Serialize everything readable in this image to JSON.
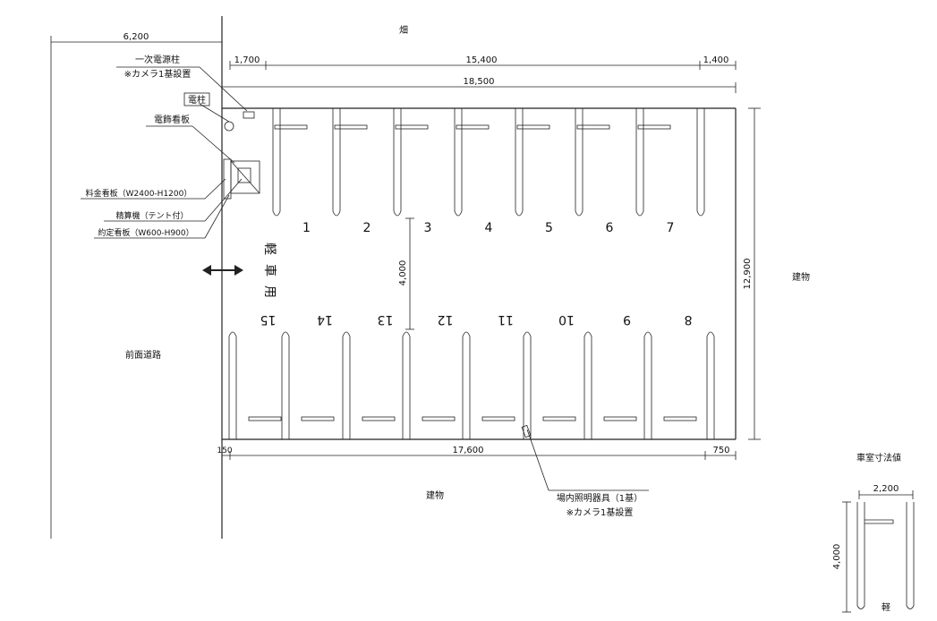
{
  "labels": {
    "top_field": "畑",
    "front_road": "前面道路",
    "building_right": "建物",
    "building_bottom": "建物",
    "utility_pole": "一次電源柱",
    "camera_note_1": "※カメラ1基設置",
    "pole": "電柱",
    "sign_deco": "電飾看板",
    "sign_fee": "料金看板（W2400-H1200）",
    "pay_machine": "精算機（テント付）",
    "sign_terms": "約定看板（W600-H900）",
    "light": "場内照明器具（1基）",
    "camera_note_2": "※カメラ1基設置",
    "kei_vertical": "軽",
    "sha_vertical": "車",
    "yo_vertical": "用",
    "space_dim_title": "車室寸法値",
    "space_dim_width": "2,200",
    "space_dim_depth": "4,000",
    "space_kei": "軽"
  },
  "dimensions": {
    "left_width": "6,200",
    "top_left": "1,700",
    "top_middle": "15,400",
    "top_right": "1,400",
    "top_total": "18,500",
    "aisle": "4,000",
    "right_height": "12,900",
    "bottom_left": "150",
    "bottom_middle": "17,600",
    "bottom_right": "750"
  },
  "spaces_top": [
    "1",
    "2",
    "3",
    "4",
    "5",
    "6",
    "7"
  ],
  "spaces_bottom": [
    "15",
    "14",
    "13",
    "12",
    "11",
    "10",
    "9",
    "8"
  ],
  "icons": {
    "entrance": "double-arrow-icon",
    "pole": "circle-icon"
  }
}
